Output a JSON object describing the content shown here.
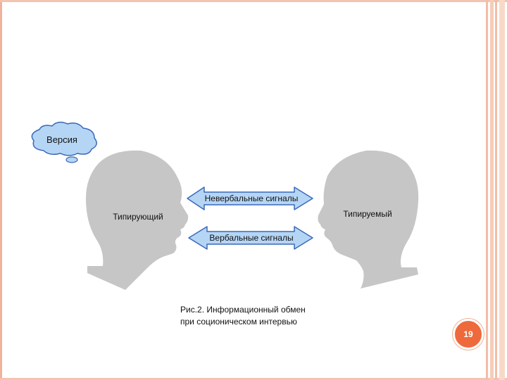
{
  "thought_bubble": {
    "label": "Версия"
  },
  "left_head": {
    "label": "Типирующий"
  },
  "right_head": {
    "label": "Типируемый"
  },
  "arrows": [
    {
      "label": "Невербальные сигналы"
    },
    {
      "label": "Вербальные сигналы"
    }
  ],
  "caption": {
    "line1": "Рис.2. Информационный обмен",
    "line2": "при соционическом интервью"
  },
  "page_number": "19",
  "colors": {
    "head_fill": "#c6c6c6",
    "arrow_fill": "#b5d5f5",
    "arrow_stroke": "#3a68b8",
    "badge": "#ee6a3c",
    "frame": "#f0b29a"
  }
}
